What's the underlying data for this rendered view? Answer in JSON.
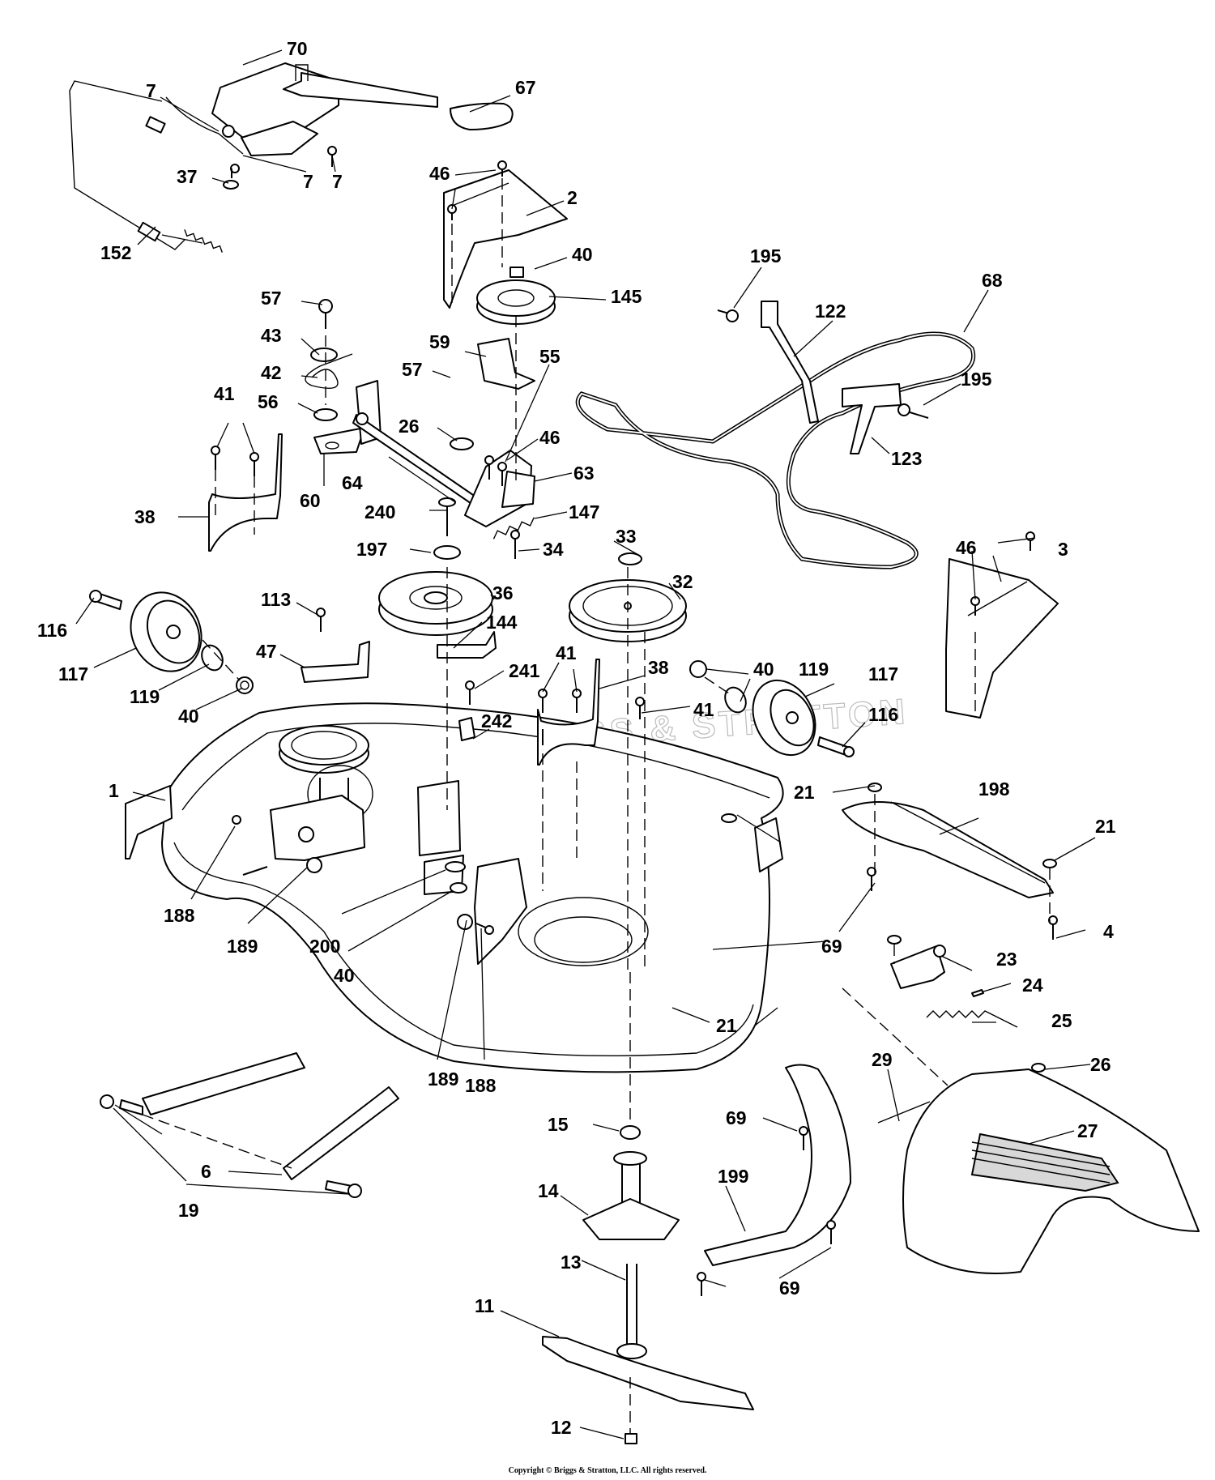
{
  "watermark": "BRIGGS & STRATTON",
  "copyright": "Copyright © Briggs & Stratton, LLC. All rights reserved.",
  "callouts": [
    "70",
    "67",
    "7",
    "7",
    "7",
    "37",
    "152",
    "46",
    "2",
    "40",
    "145",
    "195",
    "68",
    "122",
    "57",
    "43",
    "42",
    "56",
    "60",
    "41",
    "38",
    "59",
    "57",
    "55",
    "26",
    "46",
    "64",
    "63",
    "240",
    "147",
    "34",
    "197",
    "33",
    "32",
    "36",
    "195",
    "123",
    "46",
    "3",
    "116",
    "117",
    "119",
    "40",
    "113",
    "47",
    "144",
    "241",
    "41",
    "38",
    "242",
    "41",
    "40",
    "119",
    "117",
    "116",
    "1",
    "21",
    "198",
    "21",
    "188",
    "189",
    "200",
    "40",
    "69",
    "4",
    "23",
    "24",
    "25",
    "21",
    "189",
    "188",
    "26",
    "29",
    "27",
    "15",
    "69",
    "6",
    "19",
    "14",
    "199",
    "69",
    "13",
    "11",
    "12"
  ]
}
